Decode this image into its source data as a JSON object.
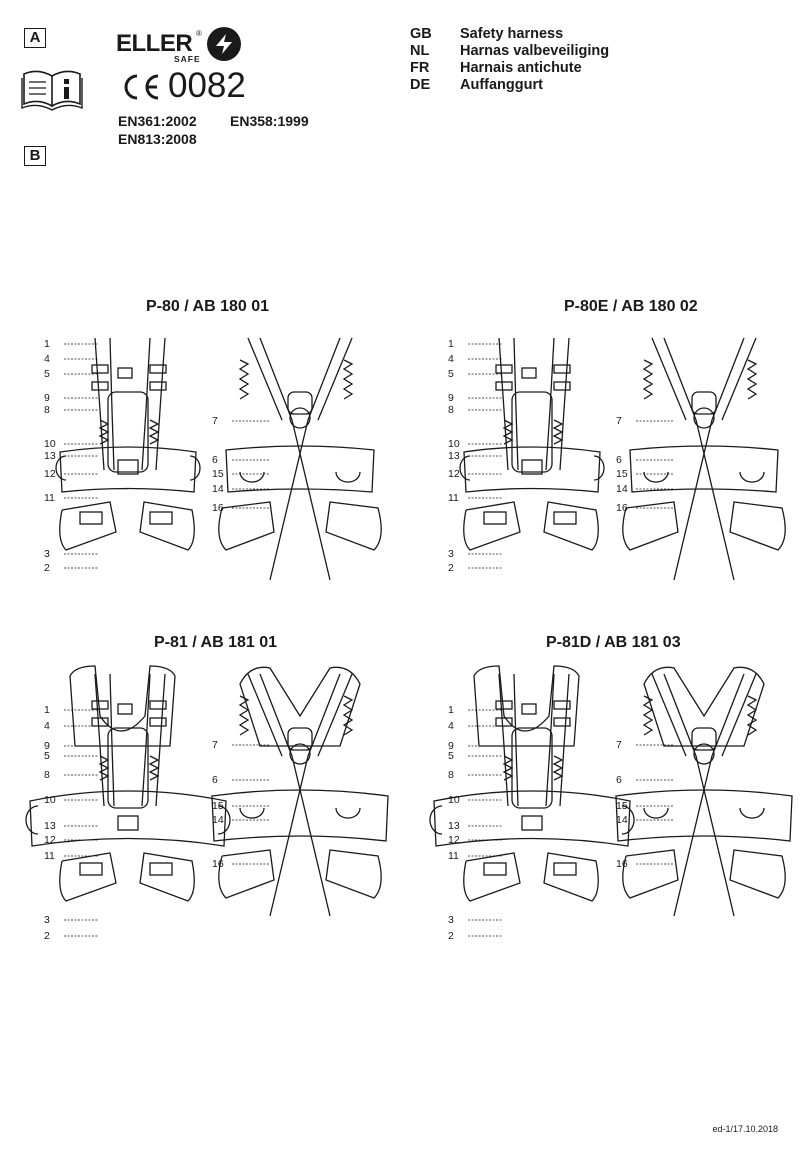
{
  "header": {
    "box_a": "A",
    "box_b": "B",
    "brand": "ELLER",
    "brand_reg": "®",
    "brand_sub": "SAFE",
    "ce_number": "0082",
    "standards": [
      "EN361:2002",
      "EN358:1999",
      "EN813:2008"
    ],
    "languages": [
      {
        "code": "GB",
        "title": "Safety harness"
      },
      {
        "code": "NL",
        "title": "Harnas valbeveiliging"
      },
      {
        "code": "FR",
        "title": "Harnais antichute"
      },
      {
        "code": "DE",
        "title": "Auffanggurt"
      }
    ]
  },
  "models": [
    {
      "title": "P-80 / AB 180 01"
    },
    {
      "title": "P-80E / AB 180 02"
    },
    {
      "title": "P-81 / AB 181 01"
    },
    {
      "title": "P-81D / AB 181 03"
    }
  ],
  "callouts_front_top": [
    "1",
    "4",
    "5",
    "9",
    "8",
    "10",
    "13",
    "12",
    "11",
    "3",
    "2"
  ],
  "callouts_back_top": [
    "7",
    "6",
    "15",
    "14",
    "16"
  ],
  "callouts_front_bottom": [
    "1",
    "4",
    "9",
    "5",
    "8",
    "10",
    "13",
    "12",
    "11",
    "3",
    "2"
  ],
  "callouts_back_bottom": [
    "7",
    "6",
    "15",
    "14",
    "16"
  ],
  "footer": "ed-1/17.10.2018",
  "icons": {
    "manual": "manual-info-icon",
    "ce": "ce-mark-icon",
    "logo": "eller-logo-icon"
  }
}
